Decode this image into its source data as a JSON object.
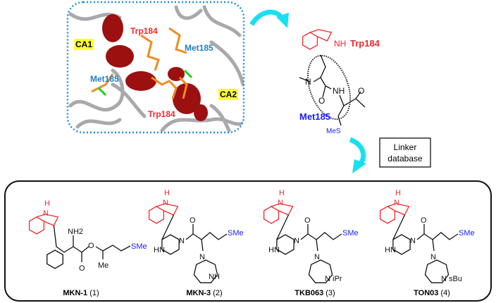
{
  "protein_panel": {
    "labels": {
      "ca1": "CA1",
      "ca2": "CA2",
      "trp_top": "Trp184",
      "trp_bottom": "Trp184",
      "met_right": "Met185",
      "met_left": "Met185"
    },
    "colors": {
      "border": "#1e8fd6",
      "helix": "#9c1010",
      "sidechain": "#f08c1e",
      "highlight": "#ffff33"
    }
  },
  "motif": {
    "trp_label": "Trp184",
    "met_label": "Met185",
    "atoms": {
      "nh_indole": "NH",
      "n": "N",
      "nh": "NH",
      "o1": "O",
      "o2": "O",
      "mes": "MeS"
    }
  },
  "linker_box": {
    "line1": "Linker",
    "line2": "database"
  },
  "compounds": [
    {
      "name": "MKN-1",
      "number": "(1)",
      "atoms": {
        "h": "H",
        "n": "N",
        "nh2": "NH2",
        "o_ester": "O",
        "o_carbonyl": "O",
        "me": "Me",
        "sme": "SMe"
      }
    },
    {
      "name": "MKN-3",
      "number": "(2)",
      "atoms": {
        "h": "H",
        "n": "N",
        "hn": "HN",
        "n_amide": "N",
        "o": "O",
        "sme": "SMe",
        "n_ring": "N",
        "nh": "NH"
      }
    },
    {
      "name": "TKB063",
      "number": "(3)",
      "atoms": {
        "h": "H",
        "n": "N",
        "hn": "HN",
        "n_amide": "N",
        "o": "O",
        "sme": "SMe",
        "n_ring": "N",
        "n_sub": "N",
        "sub": "iPr"
      }
    },
    {
      "name": "TON03",
      "number": "(4)",
      "atoms": {
        "h": "H",
        "n": "N",
        "hn": "HN",
        "n_amide": "N",
        "o": "O",
        "sme": "SMe",
        "n_ring": "N",
        "n_sub": "N",
        "sub": "sBu"
      }
    }
  ],
  "colors": {
    "indole": "#f0282d",
    "sulfur": "#1a1aff",
    "arrow": "#19e0f0"
  }
}
